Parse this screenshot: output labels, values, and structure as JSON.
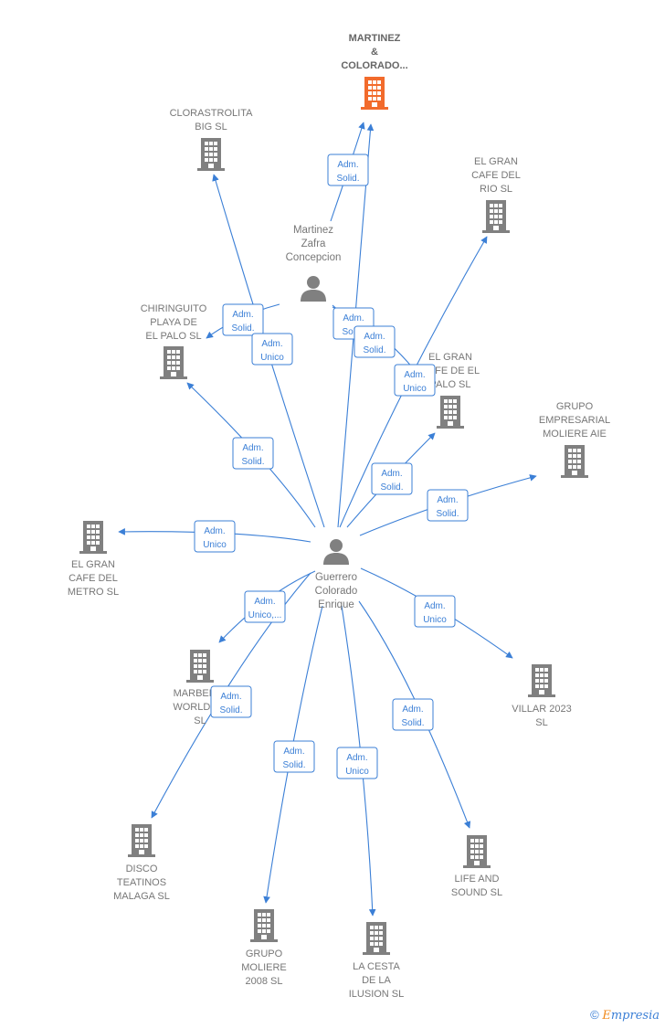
{
  "colors": {
    "edge": "#3b7fd6",
    "company": "#808080",
    "focus_company": "#f26b2c",
    "person": "#808080",
    "label": "#777777"
  },
  "companies": [
    {
      "id": "martinez",
      "lines": [
        "MARTINEZ",
        "&",
        "COLORADO..."
      ],
      "focus": true,
      "icon": "building-icon"
    },
    {
      "id": "clorastrolita",
      "lines": [
        "CLORASTROLITA",
        "BIG SL"
      ],
      "icon": "building-icon"
    },
    {
      "id": "gran-cafe-rio",
      "lines": [
        "EL GRAN",
        "CAFE DEL",
        "RIO  SL"
      ],
      "icon": "building-icon"
    },
    {
      "id": "chiringuito",
      "lines": [
        "CHIRINGUITO",
        "PLAYA DE",
        "EL PALO  SL"
      ],
      "icon": "building-icon"
    },
    {
      "id": "gran-cafe-palo",
      "lines": [
        "EL GRAN",
        "CAFE DE EL",
        "PALO  SL"
      ],
      "icon": "building-icon"
    },
    {
      "id": "moliere-aie",
      "lines": [
        "GRUPO",
        "EMPRESARIAL",
        "MOLIERE AIE"
      ],
      "icon": "building-icon"
    },
    {
      "id": "gran-cafe-metro",
      "lines": [
        "EL GRAN",
        "CAFE DEL",
        "METRO  SL"
      ],
      "icon": "building-icon"
    },
    {
      "id": "marbella",
      "lines": [
        "MARBELLA",
        "WORLD DE",
        "SL"
      ],
      "icon": "building-icon"
    },
    {
      "id": "villar",
      "lines": [
        "VILLAR 2023",
        "SL"
      ],
      "icon": "building-icon"
    },
    {
      "id": "disco",
      "lines": [
        "DISCO",
        "TEATINOS",
        "MALAGA  SL"
      ],
      "icon": "building-icon"
    },
    {
      "id": "life-sound",
      "lines": [
        "LIFE AND",
        "SOUND  SL"
      ],
      "icon": "building-icon"
    },
    {
      "id": "moliere-2008",
      "lines": [
        "GRUPO",
        "MOLIERE",
        "2008 SL"
      ],
      "icon": "building-icon"
    },
    {
      "id": "cesta",
      "lines": [
        "LA CESTA",
        "DE LA",
        "ILUSION SL"
      ],
      "icon": "building-icon"
    }
  ],
  "persons": [
    {
      "id": "martinez-zafra",
      "lines": [
        "Martinez",
        "Zafra",
        "Concepcion"
      ],
      "icon": "person-icon"
    },
    {
      "id": "guerrero",
      "lines": [
        "Guerrero",
        "Colorado",
        "Enrique"
      ],
      "icon": "person-icon"
    }
  ],
  "relations": [
    {
      "from": "martinez-zafra",
      "to": "martinez",
      "role": [
        "Adm.",
        "Solid."
      ]
    },
    {
      "from": "martinez-zafra",
      "to": "chiringuito",
      "role": [
        "Adm.",
        "Solid."
      ]
    },
    {
      "from": "martinez-zafra",
      "to": "gran-cafe-palo",
      "role": [
        "Adm.",
        "Solid."
      ]
    },
    {
      "from": "guerrero",
      "to": "martinez",
      "role": [
        "",
        ""
      ]
    },
    {
      "from": "guerrero",
      "to": "clorastrolita",
      "role": [
        "Adm.",
        "Unico"
      ]
    },
    {
      "from": "guerrero",
      "to": "gran-cafe-rio",
      "role": [
        "Adm.",
        "Unico"
      ]
    },
    {
      "from": "guerrero",
      "to": "chiringuito",
      "role": [
        "Adm.",
        "Solid."
      ]
    },
    {
      "from": "guerrero",
      "to": "gran-cafe-palo",
      "role": [
        "Adm.",
        "Solid."
      ]
    },
    {
      "from": "guerrero",
      "to": "moliere-aie",
      "role": [
        "Adm.",
        "Solid."
      ]
    },
    {
      "from": "guerrero",
      "to": "gran-cafe-metro",
      "role": [
        "Adm.",
        "Unico"
      ]
    },
    {
      "from": "guerrero",
      "to": "marbella",
      "role": [
        "Adm.",
        "Unico,..."
      ]
    },
    {
      "from": "guerrero",
      "to": "villar",
      "role": [
        "Adm.",
        "Unico"
      ]
    },
    {
      "from": "guerrero",
      "to": "disco",
      "role": [
        "Adm.",
        "Solid."
      ]
    },
    {
      "from": "guerrero",
      "to": "life-sound",
      "role": [
        "Adm.",
        "Solid."
      ]
    },
    {
      "from": "guerrero",
      "to": "moliere-2008",
      "role": [
        "Adm.",
        "Solid."
      ]
    },
    {
      "from": "guerrero",
      "to": "cesta",
      "role": [
        "Adm.",
        "Unico"
      ]
    },
    {
      "from": "martinez-zafra",
      "to": "gran-cafe-palo",
      "role": [
        "Adm.",
        "Solid."
      ]
    }
  ],
  "footer": {
    "copyright_symbol": "©",
    "brand_first": "E",
    "brand_rest": "mpresia"
  }
}
